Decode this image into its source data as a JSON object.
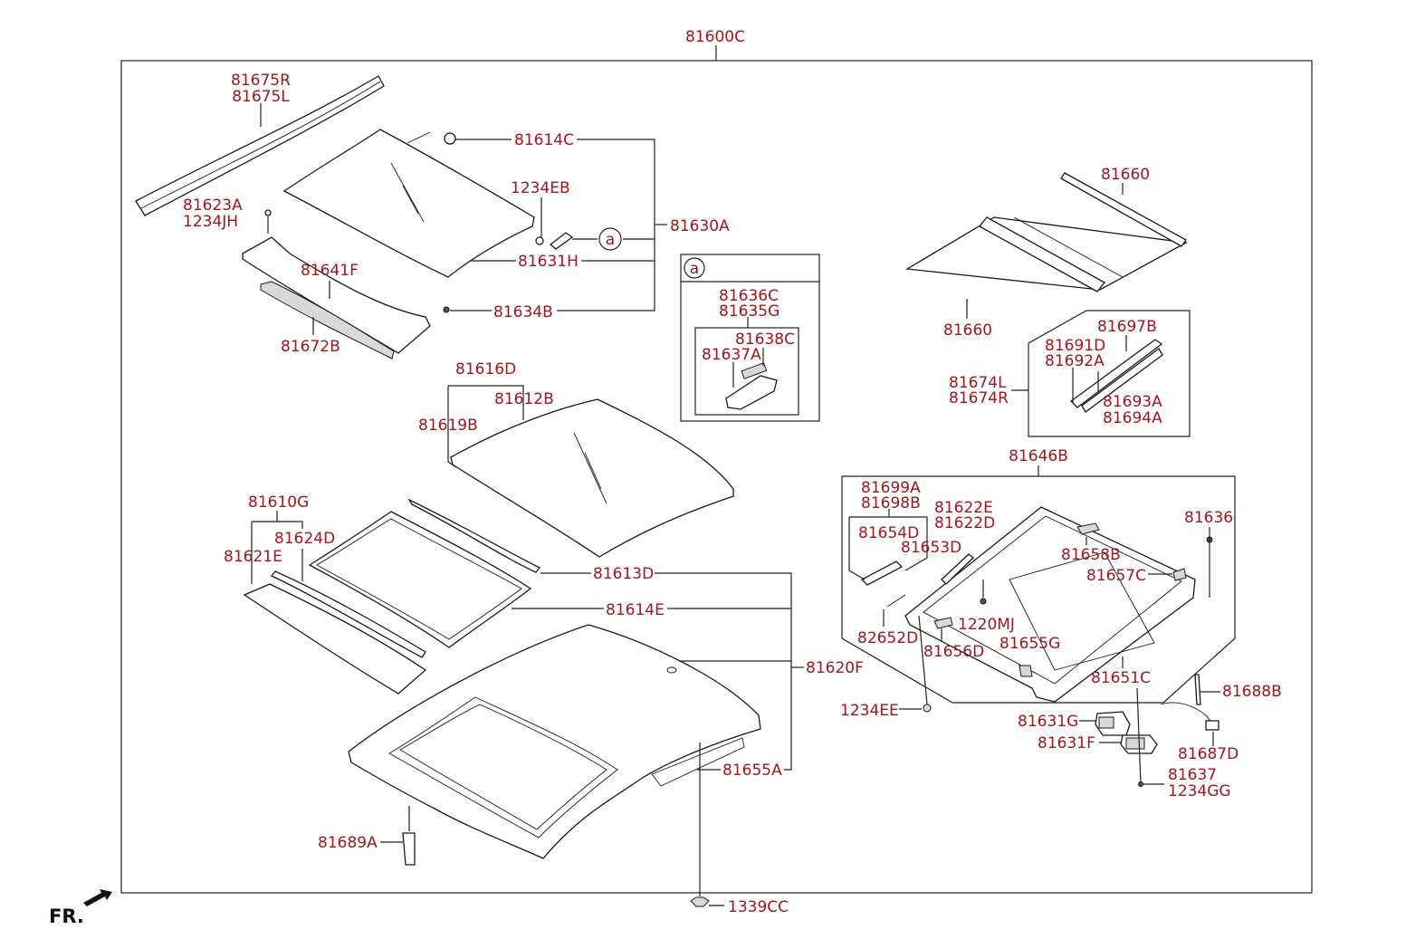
{
  "assembly": {
    "main_part": "81600C",
    "orientation": "FR."
  },
  "callout_symbol": "a",
  "labels": {
    "p81675R": "81675R",
    "p81675L": "81675L",
    "p81614C": "81614C",
    "p1234EB": "1234EB",
    "p81623A": "81623A",
    "p1234JH": "1234JH",
    "p81630A": "81630A",
    "p81641F": "81641F",
    "p81631H": "81631H",
    "p81634B": "81634B",
    "p81672B": "81672B",
    "p81636C": "81636C",
    "p81635G": "81635G",
    "p81638C": "81638C",
    "p81637A": "81637A",
    "p81660a": "81660",
    "p81660b": "81660",
    "p81697B": "81697B",
    "p81691D": "81691D",
    "p81692A": "81692A",
    "p81674L": "81674L",
    "p81674R": "81674R",
    "p81693A": "81693A",
    "p81694A": "81694A",
    "p81616D": "81616D",
    "p81612B": "81612B",
    "p81619B": "81619B",
    "p81610G": "81610G",
    "p81624D": "81624D",
    "p81621E": "81621E",
    "p81613D": "81613D",
    "p81614E": "81614E",
    "p81620F": "81620F",
    "p81655A": "81655A",
    "p81689A": "81689A",
    "p1339CC": "1339CC",
    "p81646B": "81646B",
    "p81699A": "81699A",
    "p81698B": "81698B",
    "p81622E": "81622E",
    "p81622D": "81622D",
    "p81636": "81636",
    "p81654D": "81654D",
    "p81653D": "81653D",
    "p81658B": "81658B",
    "p81657C": "81657C",
    "p1220MJ": "1220MJ",
    "p82652D": "82652D",
    "p81656D": "81656D",
    "p81655G": "81655G",
    "p81651C": "81651C",
    "p1234EE": "1234EE",
    "p81688B": "81688B",
    "p81631G": "81631G",
    "p81631F": "81631F",
    "p81687D": "81687D",
    "p81637": "81637",
    "p1234GG": "1234GG"
  }
}
